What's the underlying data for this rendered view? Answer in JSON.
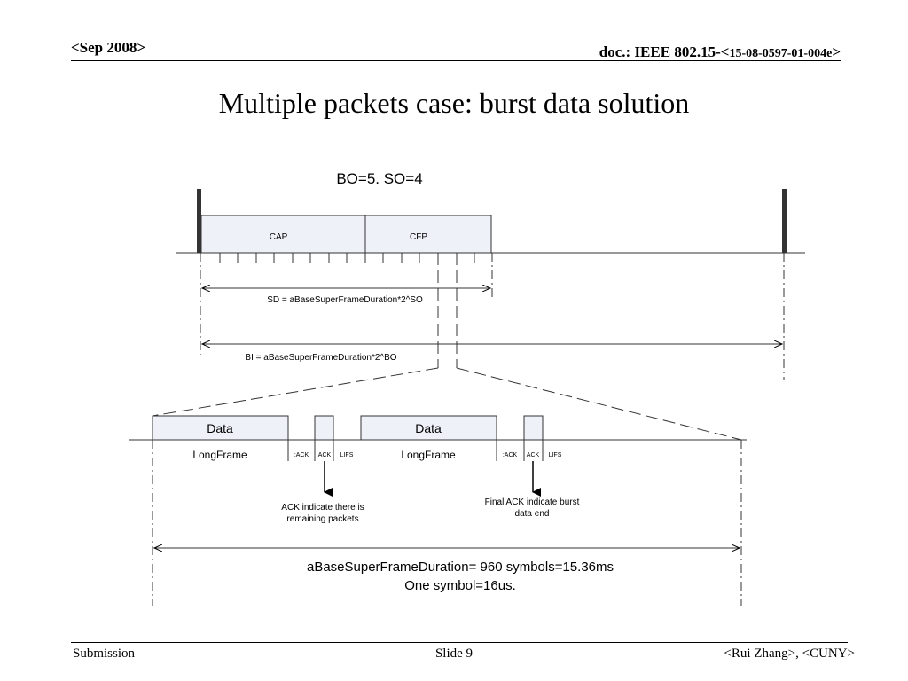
{
  "header": {
    "date": "<Sep 2008>",
    "doc_prefix": "doc.: IEEE 802.15-<",
    "doc_number": "15-08-0597-01-004e",
    "doc_suffix": ">"
  },
  "slide_title": "Multiple packets case: burst data solution",
  "diagram": {
    "top": {
      "params": "BO=5. SO=4",
      "cap_label": "CAP",
      "cfp_label": "CFP",
      "sd_label": "SD = aBaseSuperFrameDuration*2^SO",
      "bi_label": "BI = aBaseSuperFrameDuration*2^BO"
    },
    "bottom": {
      "data1_label": "Data",
      "data2_label": "Data",
      "longframe1": "LongFrame",
      "longframe2": "LongFrame",
      "ack_small1": ":ACK",
      "ack1": "ACK",
      "lifs1": "LIFS",
      "ack_small2": ":ACK",
      "ack2": "ACK",
      "lifs2": "LIFS",
      "note1_line1": "ACK indicate there is",
      "note1_line2": "remaining packets",
      "note2_line1": "Final ACK indicate burst",
      "note2_line2": "data end",
      "duration_line1": "aBaseSuperFrameDuration= 960 symbols=15.36ms",
      "duration_line2": "One symbol=16us."
    }
  },
  "footer": {
    "left": "Submission",
    "center": "Slide 9",
    "right": "<Rui Zhang>, <CUNY>"
  }
}
